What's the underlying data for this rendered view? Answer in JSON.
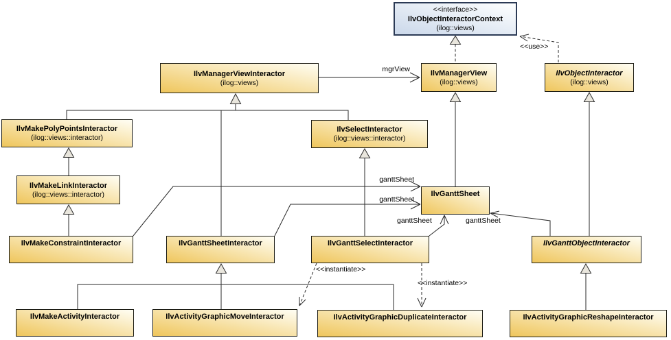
{
  "classes": {
    "context": {
      "stereotype": "<<interface>>",
      "name": "IlvObjectInteractorContext",
      "package": "(ilog::views)"
    },
    "managerViewInteractor": {
      "name": "IlvManagerViewInteractor",
      "package": "(ilog::views)"
    },
    "managerView": {
      "name": "IlvManagerView",
      "package": "(ilog::views)"
    },
    "objectInteractor": {
      "name": "IlvObjectInteractor",
      "package": "(ilog::views)"
    },
    "makePolyPointsInteractor": {
      "name": "IlvMakePolyPointsInteractor",
      "package": "(ilog::views::interactor)"
    },
    "selectInteractor": {
      "name": "IlvSelectInteractor",
      "package": "(ilog::views::interactor)"
    },
    "makeLinkInteractor": {
      "name": "IlvMakeLinkInteractor",
      "package": "(ilog::views::interactor)"
    },
    "ganttSheet": {
      "name": "IlvGanttSheet"
    },
    "makeConstraintInteractor": {
      "name": "IlvMakeConstraintInteractor"
    },
    "ganttSheetInteractor": {
      "name": "IlvGanttSheetInteractor"
    },
    "ganttSelectInteractor": {
      "name": "IlvGanttSelectInteractor"
    },
    "ganttObjectInteractor": {
      "name": "IlvGanttObjectInteractor"
    },
    "makeActivityInteractor": {
      "name": "IlvMakeActivityInteractor"
    },
    "activityGraphicMoveInteractor": {
      "name": "IlvActivityGraphicMoveInteractor"
    },
    "activityGraphicDuplicateInteractor": {
      "name": "IlvActivityGraphicDuplicateInteractor"
    },
    "activityGraphicReshapeInteractor": {
      "name": "IlvActivityGraphicReshapeInteractor"
    }
  },
  "labels": {
    "mgrView": "mgrView",
    "use": "<<use>>",
    "instantiate1": "<<instantiate>>",
    "instantiate2": "<<instantiate>>",
    "ganttSheet1": "ganttSheet",
    "ganttSheet2": "ganttSheet",
    "ganttSheet3": "ganttSheet",
    "ganttSheet4": "ganttSheet"
  },
  "colors": {
    "class_fill_start": "#efc65c",
    "class_fill_end": "#fffef4",
    "interface_fill_start": "#cbd8ea",
    "interface_fill_end": "#feffff",
    "interface_border": "#2b3a55",
    "line": "#2a2a2a",
    "triangle_fill": "#e9e6dd"
  }
}
